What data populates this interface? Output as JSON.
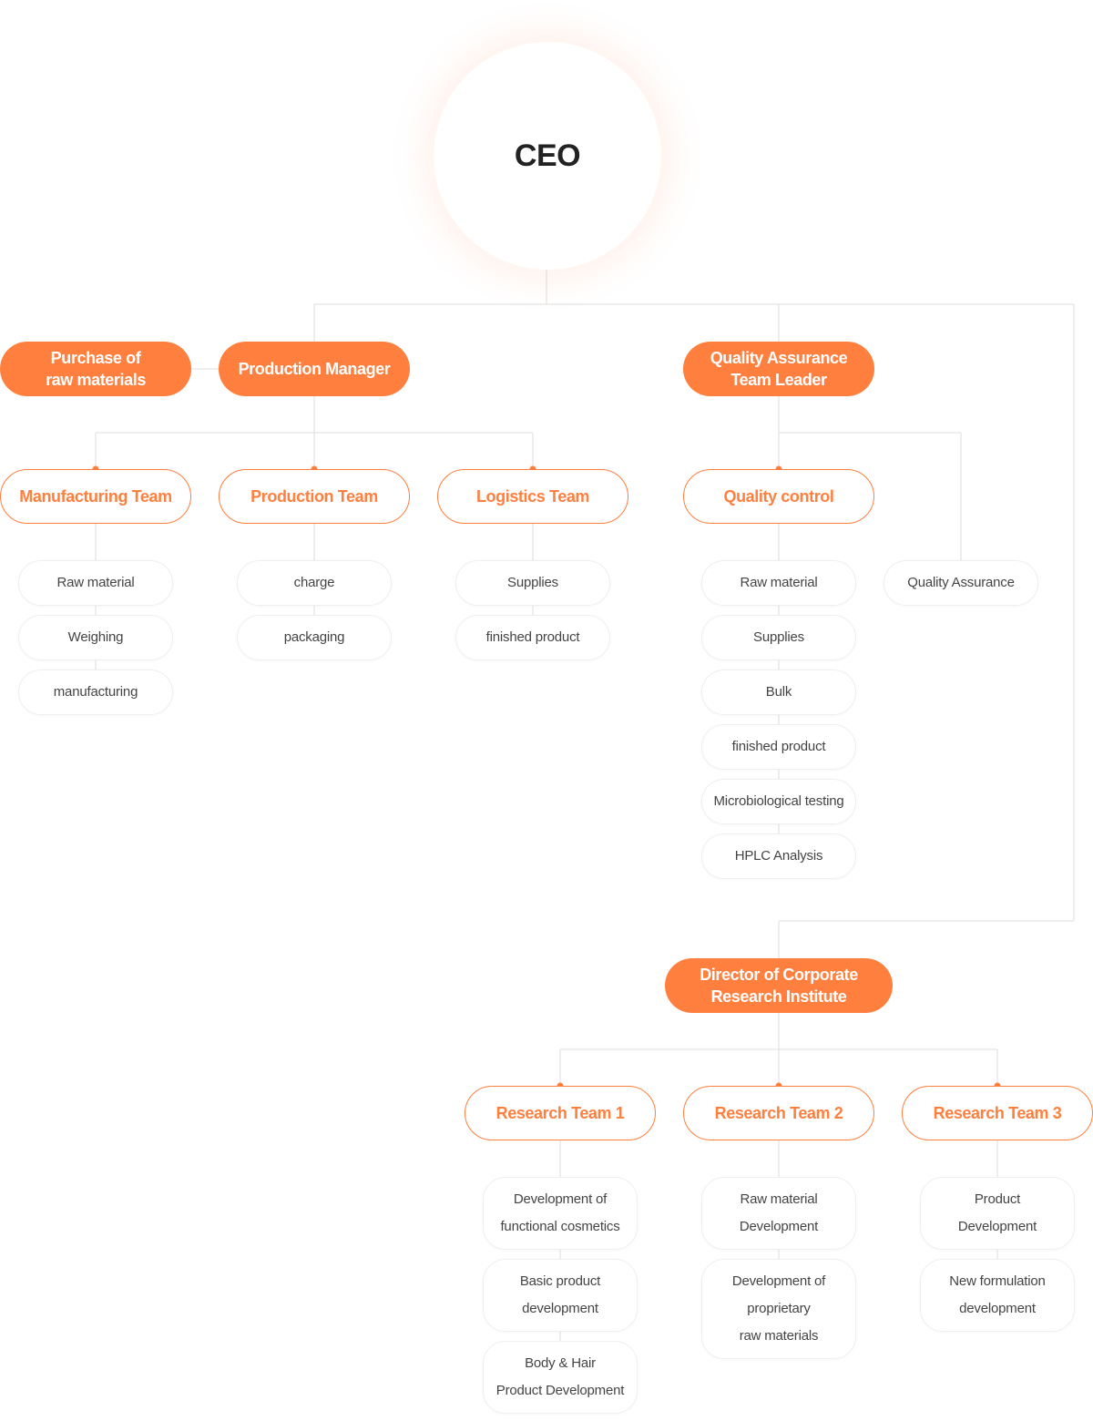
{
  "ceo": "CEO",
  "purchase": [
    "Purchase of",
    "raw materials"
  ],
  "production_manager": "Production Manager",
  "qa_leader": [
    "Quality Assurance",
    "Team Leader"
  ],
  "director": [
    "Director of Corporate",
    "Research Institute"
  ],
  "teams": {
    "manufacturing": "Manufacturing Team",
    "production": "Production Team",
    "logistics": "Logistics Team",
    "quality_control": "Quality control",
    "quality_assurance": "Quality Assurance",
    "research1": "Research Team 1",
    "research2": "Research Team 2",
    "research3": "Research Team 3"
  },
  "items": {
    "manufacturing": [
      "Raw material",
      "Weighing",
      "manufacturing"
    ],
    "production": [
      "charge",
      "packaging"
    ],
    "logistics": [
      "Supplies",
      "finished product"
    ],
    "quality_control": [
      "Raw material",
      "Supplies",
      "Bulk",
      "finished product",
      "Microbiological testing",
      "HPLC Analysis"
    ],
    "research1": [
      [
        "Development of",
        "functional cosmetics"
      ],
      [
        "Basic product",
        "development"
      ],
      [
        "Body & Hair",
        "Product Development"
      ]
    ],
    "research2": [
      [
        "Raw material",
        "Development"
      ],
      [
        "Development of",
        "proprietary",
        "raw materials"
      ]
    ],
    "research3": [
      [
        "Product",
        "Development"
      ],
      [
        "New formulation",
        "development"
      ]
    ]
  },
  "colors": {
    "accent": "#ff7f3f",
    "line": "#dddddd",
    "text": "#444444",
    "title": "#222222"
  }
}
